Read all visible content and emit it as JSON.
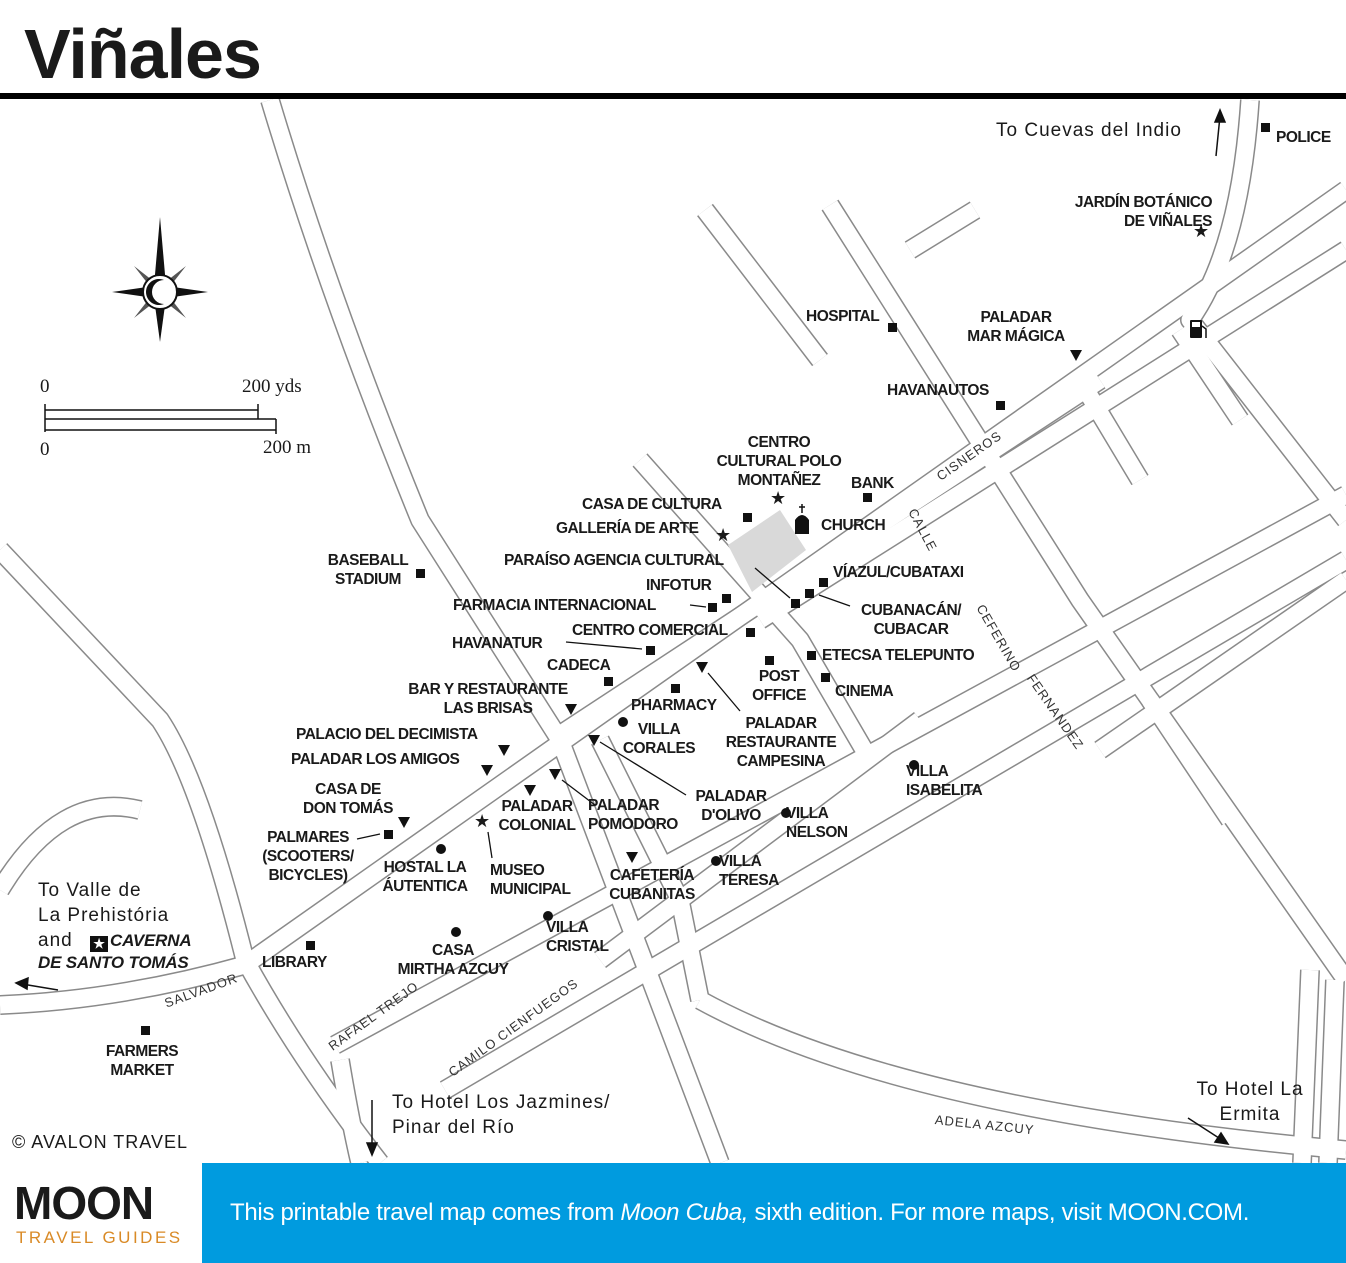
{
  "title": "Viñales",
  "scale": {
    "top_zero": "0",
    "top_label": "200 yds",
    "bottom_zero": "0",
    "bottom_label": "200 m"
  },
  "directions": {
    "cuevas": "To Cuevas del Indio",
    "valle": "To Valle de\nLa Prehistória\nand",
    "caverna": "CAVERNA\nDE SANTO TOMÁS",
    "jazmines": "To Hotel Los Jazmines/\nPinar del Río",
    "ermita": "To Hotel La\nErmita"
  },
  "streets": [
    "SALVADOR",
    "RAFAEL TREJO",
    "CAMILO CIENFUEGOS",
    "ADELA AZCUY",
    "CISNEROS",
    "CALLE",
    "CEFERINO",
    "FERNANDEZ"
  ],
  "pois": [
    {
      "label": "POLICE",
      "type": "square"
    },
    {
      "label": "JARDÍN BOTÁNICO\nDE VIÑALES",
      "type": "star"
    },
    {
      "label": "HOSPITAL",
      "type": "square"
    },
    {
      "label": "PALADAR\nMAR MÁGICA",
      "type": "triangle"
    },
    {
      "label": "HAVANAUTOS",
      "type": "square"
    },
    {
      "label": "CENTRO\nCULTURAL POLO\nMONTAÑEZ",
      "type": "star"
    },
    {
      "label": "BANK",
      "type": "square"
    },
    {
      "label": "CHURCH",
      "type": "church"
    },
    {
      "label": "CASA DE CULTURA",
      "type": "square"
    },
    {
      "label": "GALLERÍA DE ARTE",
      "type": "star"
    },
    {
      "label": "PARAÍSO AGENCIA CULTURAL",
      "type": "square"
    },
    {
      "label": "INFOTUR",
      "type": "square"
    },
    {
      "label": "FARMACIA INTERNACIONAL",
      "type": "square"
    },
    {
      "label": "CENTRO COMERCIAL",
      "type": "square"
    },
    {
      "label": "HAVANATUR",
      "type": "square"
    },
    {
      "label": "CADECA",
      "type": "square"
    },
    {
      "label": "VÍAZUL/CUBATAXI",
      "type": "square"
    },
    {
      "label": "CUBANACÁN/\nCUBACAR",
      "type": "square"
    },
    {
      "label": "ETECSA TELEPUNTO",
      "type": "square"
    },
    {
      "label": "POST\nOFFICE",
      "type": "square"
    },
    {
      "label": "CINEMA",
      "type": "square"
    },
    {
      "label": "BAR Y RESTAURANTE\nLAS BRISAS",
      "type": "triangle"
    },
    {
      "label": "PHARMACY",
      "type": "square"
    },
    {
      "label": "VILLA\nCORALES",
      "type": "circle"
    },
    {
      "label": "PALADAR\nRESTAURANTE\nCAMPESINA",
      "type": "triangle"
    },
    {
      "label": "PALACIO DEL DECIMISTA",
      "type": "triangle"
    },
    {
      "label": "PALADAR LOS AMIGOS",
      "type": "triangle"
    },
    {
      "label": "CASA DE\nDON TOMÁS",
      "type": "triangle"
    },
    {
      "label": "PALMARES\n(SCOOTERS/\nBICYCLES)",
      "type": "square"
    },
    {
      "label": "VILLA\nISABELITA",
      "type": "circle"
    },
    {
      "label": "PALADAR\nD'OLIVO",
      "type": "triangle"
    },
    {
      "label": "PALADAR\nCOLONIAL",
      "type": "triangle"
    },
    {
      "label": "PALADAR\nPOMODORO",
      "type": "triangle"
    },
    {
      "label": "VILLA\nNELSON",
      "type": "circle"
    },
    {
      "label": "HOSTAL LA\nÁUTENTICA",
      "type": "circle"
    },
    {
      "label": "MUSEO\nMUNICIPAL",
      "type": "star"
    },
    {
      "label": "CAFETERÍA\nCUBANITAS",
      "type": "triangle"
    },
    {
      "label": "VILLA\nTERESA",
      "type": "circle"
    },
    {
      "label": "VILLA\nCRISTAL",
      "type": "circle"
    },
    {
      "label": "CASA\nMIRTHA AZCUY",
      "type": "circle"
    },
    {
      "label": "LIBRARY",
      "type": "square"
    },
    {
      "label": "BASEBALL\nSTADIUM",
      "type": "square"
    },
    {
      "label": "FARMERS\nMARKET",
      "type": "square"
    }
  ],
  "footer": {
    "copyright": "© AVALON TRAVEL",
    "logo": "MOON",
    "logo_sub": "TRAVEL GUIDES",
    "banner_pre": "This printable travel map comes from ",
    "banner_book": "Moon Cuba,",
    "banner_post": " sixth edition. For more maps, visit MOON.COM."
  },
  "colors": {
    "banner": "#009bdf",
    "road": "#8a8a8a",
    "plaza": "#d9d9d9",
    "logo_sub": "#d98a26"
  }
}
